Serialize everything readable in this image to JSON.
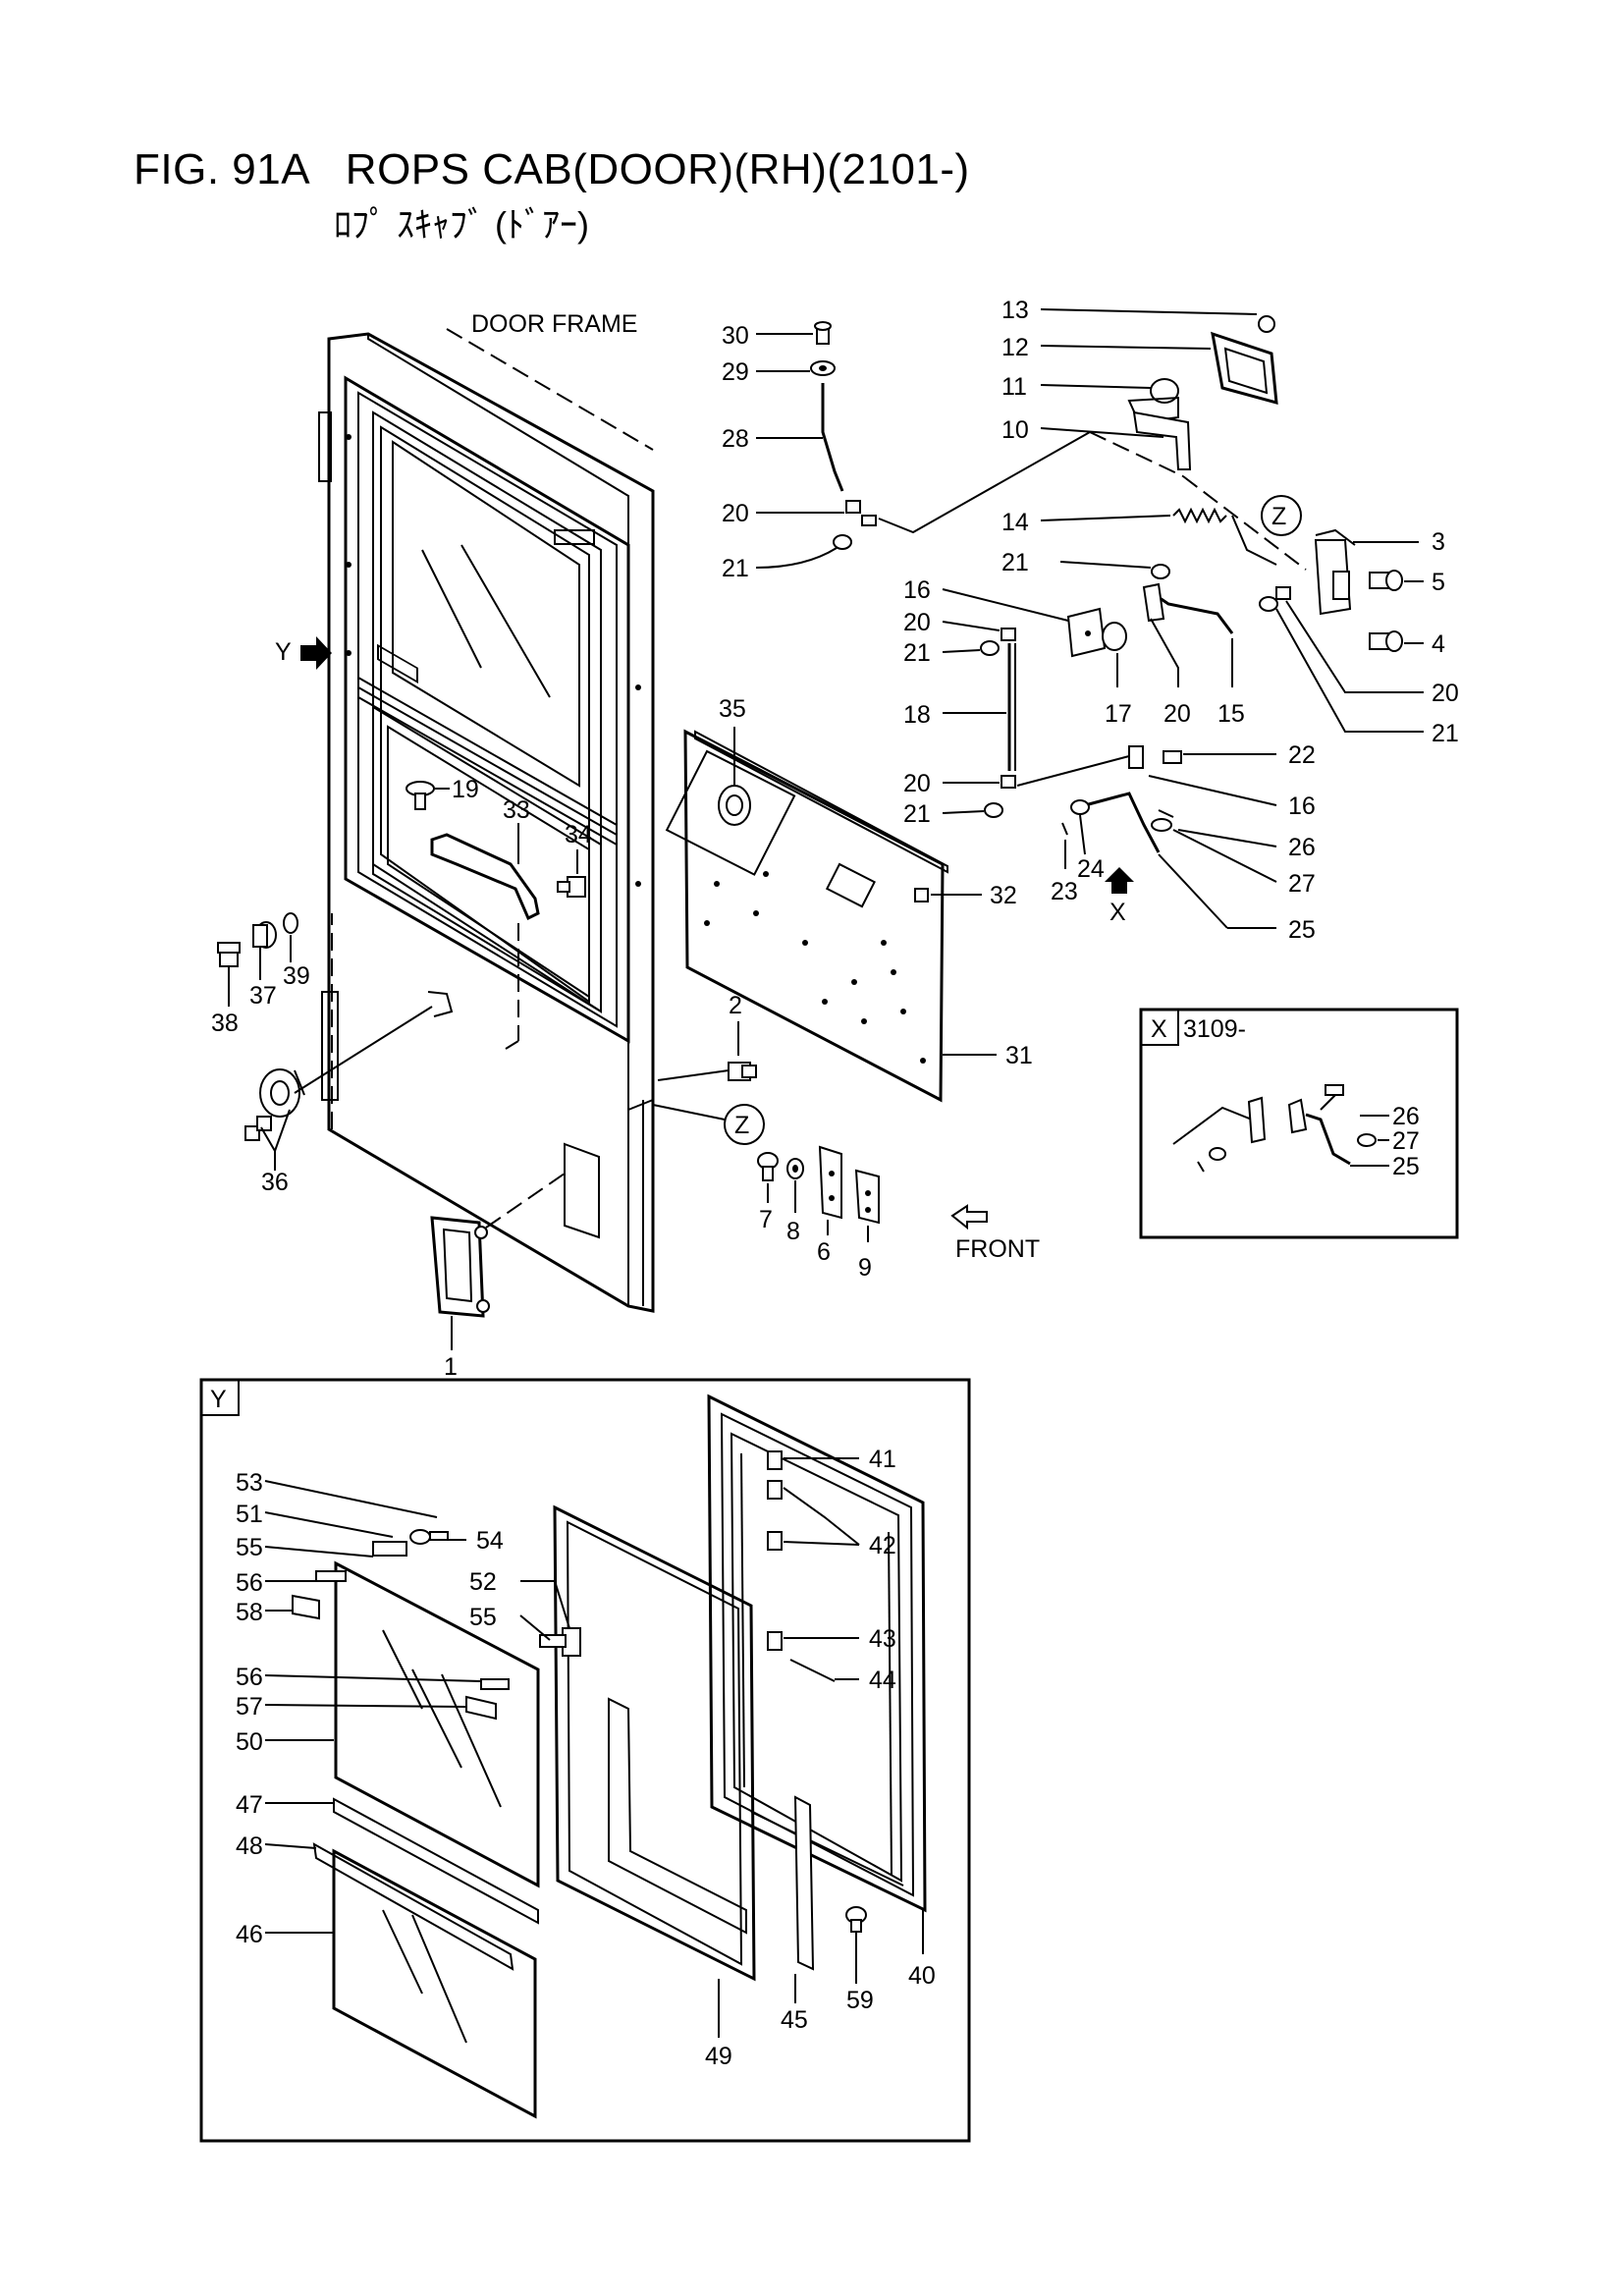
{
  "header": {
    "title": "FIG. 91A   ROPS CAB(DOOR)(RH)(2101-)",
    "subtitle": "ﾛﾌﾟ ｽｷｬﾌﾞ (ﾄﾞｱｰ)"
  },
  "labels": {
    "door_frame": "DOOR FRAME",
    "front": "FRONT",
    "view_x": "X",
    "view_y": "Y",
    "view_z": "Z",
    "serial_x": "3109-"
  },
  "parts": {
    "p1": "1",
    "p2": "2",
    "p3": "3",
    "p4": "4",
    "p5": "5",
    "p6": "6",
    "p7": "7",
    "p8": "8",
    "p9": "9",
    "p10": "10",
    "p11": "11",
    "p12": "12",
    "p13": "13",
    "p14": "14",
    "p15": "15",
    "p16": "16",
    "p17": "17",
    "p18": "18",
    "p19": "19",
    "p20": "20",
    "p21": "21",
    "p22": "22",
    "p23": "23",
    "p24": "24",
    "p25": "25",
    "p26": "26",
    "p27": "27",
    "p28": "28",
    "p29": "29",
    "p30": "30",
    "p31": "31",
    "p32": "32",
    "p33": "33",
    "p34": "34",
    "p35": "35",
    "p36": "36",
    "p37": "37",
    "p38": "38",
    "p39": "39",
    "p40": "40",
    "p41": "41",
    "p42": "42",
    "p43": "43",
    "p44": "44",
    "p45": "45",
    "p46": "46",
    "p47": "47",
    "p48": "48",
    "p49": "49",
    "p50": "50",
    "p51": "51",
    "p52": "52",
    "p53": "53",
    "p54": "54",
    "p55": "55",
    "p56": "56",
    "p57": "57",
    "p58": "58",
    "p59": "59"
  }
}
